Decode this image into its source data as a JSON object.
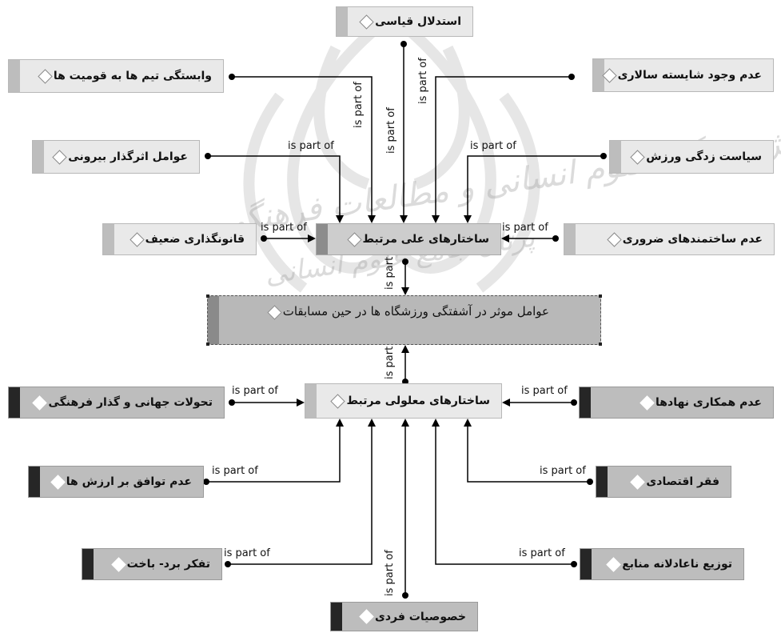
{
  "nodes": {
    "estedlal": "استدلال قیاسی",
    "vabastegi": "وابستگی تیم ها به قومیت ها",
    "adam_shayeste": "عدم وجود شایسته سالاری",
    "avamel_birooni": "عوامل اثرگذار بیرونی",
    "siasat": "سیاست زدگی ورزش",
    "ghanoon": "قانونگذاری ضعیف",
    "elli": "ساختارهای علی مرتبط",
    "adam_sakhtmand": "عدم ساختمندهای ضروری",
    "main": "عوامل  موثر در آشفتگی ورزشگاه ها در حین مسابقات",
    "tahavolat": "تحولات جهانی و گذار فرهنگی",
    "maaluli": "ساختارهای معلولی مرتبط",
    "adam_hamkari": "عدم همکاری نهادها",
    "adam_tavafogh": "عدم توافق بر ارزش ها",
    "faghr": "فقر اقتصادی",
    "tafakor": "تفکر برد- باخت",
    "tozi": "توزیع ناعادلانه منابع",
    "khosoosiat": "خصوصیات فردی"
  },
  "relation_label": "is part of",
  "watermark_text": "پژوهشگاه علوم انسانی و مطالعات فرهنگی",
  "watermark_text2": "پرتال جامع علوم انسانی"
}
